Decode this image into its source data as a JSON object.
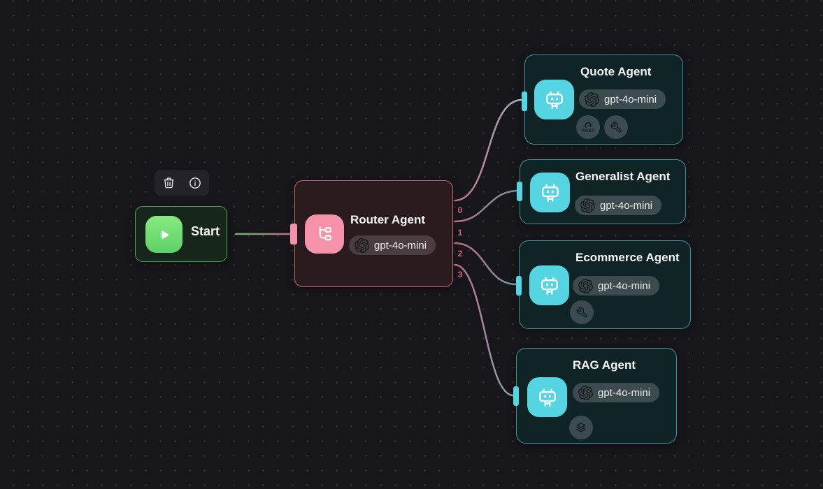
{
  "canvas": {
    "background": "#17171b",
    "grid_dot_color": "#34343b"
  },
  "toolbar": {
    "icons": [
      "trash",
      "info"
    ]
  },
  "start_node": {
    "label": "Start"
  },
  "router_node": {
    "title": "Router Agent",
    "model": "gpt-4o-mini",
    "outputs": [
      "0",
      "1",
      "2",
      "3"
    ]
  },
  "agents": [
    {
      "title": "Quote Agent",
      "model": "gpt-4o-mini",
      "tools": [
        "http-post",
        "wrench"
      ],
      "post_label": "POST"
    },
    {
      "title": "Generalist Agent",
      "model": "gpt-4o-mini",
      "tools": []
    },
    {
      "title": "Ecommerce Agent",
      "model": "gpt-4o-mini",
      "tools": [
        "wrench"
      ]
    },
    {
      "title": "RAG Agent",
      "model": "gpt-4o-mini",
      "tools": [
        "document-stack"
      ]
    }
  ],
  "colors": {
    "start_green": "#6fe06f",
    "start_border": "#4da457",
    "router_pink": "#f693aa",
    "router_border": "#bf6478",
    "agent_cyan": "#55d5e2",
    "agent_border": "#3f939b",
    "badge_gray": "#3c4b4d",
    "edge_label_pink": "#e4607e"
  }
}
